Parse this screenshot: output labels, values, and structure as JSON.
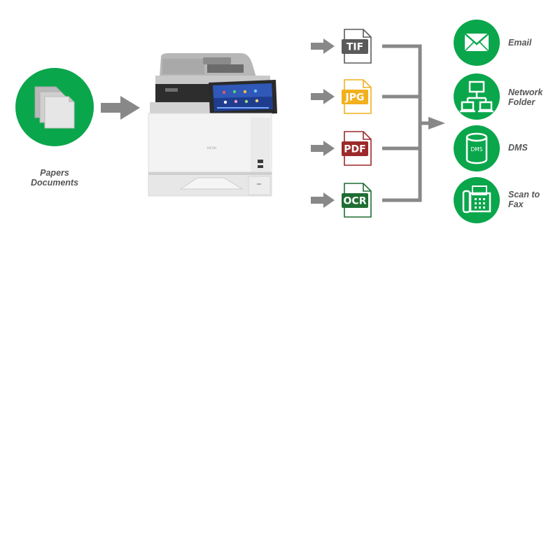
{
  "source": {
    "label": "Papers\nDocuments",
    "icon": "paper-stack-icon"
  },
  "device": {
    "icon": "multifunction-printer-icon",
    "brand": "RICOH"
  },
  "formats": [
    {
      "label": "TIF",
      "color": "#5a5a5a"
    },
    {
      "label": "JPG",
      "color": "#f2b01e"
    },
    {
      "label": "PDF",
      "color": "#9c2a2a"
    },
    {
      "label": "OCR",
      "color": "#1f6d34"
    }
  ],
  "destinations": [
    {
      "label": "Email",
      "icon": "envelope-icon"
    },
    {
      "label": "Network\nFolder",
      "icon": "network-computers-icon"
    },
    {
      "label": "DMS",
      "icon": "database-icon",
      "icon_text": "DMS"
    },
    {
      "label": "Scan to\nFax",
      "icon": "fax-machine-icon"
    }
  ],
  "colors": {
    "green": "#0aa64b",
    "arrow": "#888888",
    "doc_outline": "#7a7a7a"
  }
}
